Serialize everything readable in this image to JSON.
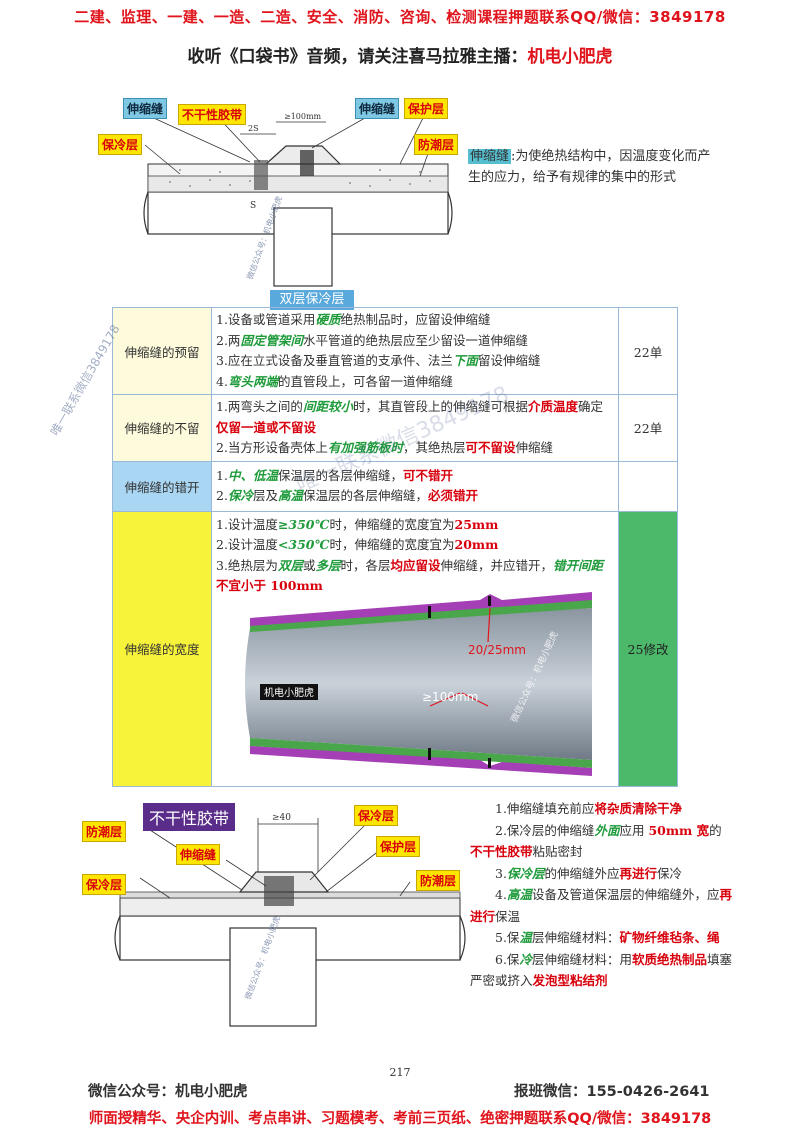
{
  "header": {
    "banner": "二建、监理、一建、一造、二造、安全、消防、咨询、检测课程押题联系QQ/微信：3849178",
    "subtitle_prefix": "收听《口袋书》音频，请关注喜马拉雅主播：",
    "subtitle_host": "机电小肥虎"
  },
  "diagram_top": {
    "labels": {
      "expansion_joint_left": "伸缩缝",
      "nondry_tape": "不干性胶带",
      "expansion_joint_right": "伸缩缝",
      "protective_layer": "保护层",
      "insulation_layer": "保冷层",
      "moisture_layer": "防潮层"
    },
    "dims": {
      "gap": "≥100mm",
      "s": "2S",
      "s2": "S"
    },
    "watermark": "微信公众号：机电小肥虎"
  },
  "definition": {
    "term": "伸缩缝",
    "text": ":为使绝热结构中，因温度变化而产生的应力，给予有规律的集中的形式"
  },
  "section_tag": "双层保冷层",
  "table": {
    "rows": [
      {
        "label": "伸缩缝的预留",
        "note": "22单",
        "bg": "#fdfbdc",
        "items": [
          {
            "parts": [
              {
                "t": "1.设备或管道采用"
              },
              {
                "t": "硬质",
                "c": "g"
              },
              {
                "t": "绝热制品时，应留设伸缩缝"
              }
            ]
          },
          {
            "parts": [
              {
                "t": "2.两"
              },
              {
                "t": "固定管架间",
                "c": "g"
              },
              {
                "t": "水平管道的绝热层应至少留设一道伸缩缝"
              }
            ]
          },
          {
            "parts": [
              {
                "t": "3.应在立式设备及垂直管道的支承件、法兰"
              },
              {
                "t": "下面",
                "c": "g"
              },
              {
                "t": "留设伸缩缝"
              }
            ]
          },
          {
            "parts": [
              {
                "t": "4."
              },
              {
                "t": "弯头两端",
                "c": "g"
              },
              {
                "t": "的直管段上，可各留一道伸缩缝"
              }
            ]
          }
        ]
      },
      {
        "label": "伸缩缝的不留",
        "note": "22单",
        "bg": "#fdfbdc",
        "items": [
          {
            "parts": [
              {
                "t": "1.两弯头之间的"
              },
              {
                "t": "间距较小",
                "c": "g"
              },
              {
                "t": "时，其直管段上的伸缩缝可根据"
              },
              {
                "t": "介质温度",
                "c": "r"
              },
              {
                "t": "确定"
              }
            ]
          },
          {
            "parts": [
              {
                "t": "仅留一道或不留设",
                "c": "r"
              }
            ]
          },
          {
            "parts": [
              {
                "t": "2.当方形设备壳体上"
              },
              {
                "t": "有加强筋板时",
                "c": "g"
              },
              {
                "t": "，其绝热层"
              },
              {
                "t": "可不留设",
                "c": "r"
              },
              {
                "t": "伸缩缝"
              }
            ]
          }
        ]
      },
      {
        "label": "伸缩缝的错开",
        "note": "",
        "bg": "#a9d6f2",
        "items": [
          {
            "parts": [
              {
                "t": "1."
              },
              {
                "t": "中、低温",
                "c": "g"
              },
              {
                "t": "保温层的各层伸缩缝，"
              },
              {
                "t": "可不错开",
                "c": "r"
              }
            ]
          },
          {
            "parts": [
              {
                "t": "2."
              },
              {
                "t": "保冷",
                "c": "g"
              },
              {
                "t": "层及"
              },
              {
                "t": "高温",
                "c": "g"
              },
              {
                "t": "保温层的各层伸缩缝，"
              },
              {
                "t": "必须错开",
                "c": "r"
              }
            ]
          }
        ]
      },
      {
        "label": "伸缩缝的宽度",
        "note": "25修改",
        "bg": "#f7f23a",
        "items": [
          {
            "parts": [
              {
                "t": "1.设计温度"
              },
              {
                "t": "≥350℃",
                "c": "g"
              },
              {
                "t": "时，伸缩缝的宽度宜为"
              },
              {
                "t": "25mm",
                "c": "r"
              }
            ]
          },
          {
            "parts": [
              {
                "t": "2.设计温度"
              },
              {
                "t": "<350℃",
                "c": "g"
              },
              {
                "t": "时，伸缩缝的宽度宜为"
              },
              {
                "t": "20mm",
                "c": "r"
              }
            ]
          },
          {
            "parts": [
              {
                "t": "3.绝热层为"
              },
              {
                "t": "双层",
                "c": "g"
              },
              {
                "t": "或"
              },
              {
                "t": "多层",
                "c": "g"
              },
              {
                "t": "时，各层"
              },
              {
                "t": "均应留设",
                "c": "r"
              },
              {
                "t": "伸缩缝，并应错开，"
              },
              {
                "t": "错开间距",
                "c": "g"
              }
            ]
          },
          {
            "parts": [
              {
                "t": "不宜小于 100mm",
                "c": "r"
              }
            ]
          }
        ]
      }
    ]
  },
  "pipe3d": {
    "label_gap": "20/25mm",
    "label_offset": "≥100mm",
    "brand": "机电小肥虎",
    "watermark": "微信公众号：机电小肥虎"
  },
  "diagram_bottom": {
    "labels": {
      "nondry_tape": "不干性胶带",
      "moisture_left": "防潮层",
      "expansion_joint": "伸缩缝",
      "insulation_left": "保冷层",
      "insulation_right": "保冷层",
      "protective_layer": "保护层",
      "moisture_right": "防潮层"
    },
    "dims": {
      "gap": "≥40"
    },
    "watermark": "微信公众号：机电小肥虎"
  },
  "notes_bottom": [
    [
      {
        "t": "1.伸缩缝填充前应"
      },
      {
        "t": "将杂质清除干净",
        "c": "r"
      }
    ],
    [
      {
        "t": "2.保冷层的伸缩缝"
      },
      {
        "t": "外面",
        "c": "g"
      },
      {
        "t": "应用 "
      },
      {
        "t": "50mm 宽",
        "c": "r"
      },
      {
        "t": "的"
      },
      {
        "t": "不干性胶带",
        "c": "r"
      },
      {
        "t": "粘贴密封"
      }
    ],
    [
      {
        "t": "3."
      },
      {
        "t": "保冷层",
        "c": "g"
      },
      {
        "t": "的伸缩缝外应"
      },
      {
        "t": "再进行",
        "c": "r"
      },
      {
        "t": "保冷"
      }
    ],
    [
      {
        "t": "4."
      },
      {
        "t": "高温",
        "c": "g"
      },
      {
        "t": "设备及管道保温层的伸缩缝外，应"
      },
      {
        "t": "再进行",
        "c": "r"
      },
      {
        "t": "保温"
      }
    ],
    [
      {
        "t": "5.保"
      },
      {
        "t": "温",
        "c": "g"
      },
      {
        "t": "层伸缩缝材料："
      },
      {
        "t": "矿物纤维毡条、绳",
        "c": "r"
      }
    ],
    [
      {
        "t": "6.保"
      },
      {
        "t": "冷",
        "c": "g"
      },
      {
        "t": "层伸缩缝材料：用"
      },
      {
        "t": "软质绝热制品",
        "c": "r"
      },
      {
        "t": "填塞严密或挤入"
      },
      {
        "t": "发泡型粘结剂",
        "c": "r"
      }
    ]
  ],
  "watermarks": {
    "diag": "唯一联系微信3849178",
    "center": "唯一联系微信3849178"
  },
  "footer": {
    "page": "217",
    "left": "微信公众号：机电小肥虎",
    "right": "报班微信：155-0426-2641",
    "banner": "师面授精华、央企内训、考点串讲、习题模考、考前三页纸、绝密押题联系QQ/微信：3849178"
  },
  "colors": {
    "red": "#e0141c",
    "green": "#1f9b3b",
    "callout_yellow": "#ffe600",
    "callout_blue": "#7ec8e3",
    "pipe_purple": "#a43fb5",
    "pipe_green": "#4aa64a",
    "pipe_grey": "#6f7a86"
  }
}
